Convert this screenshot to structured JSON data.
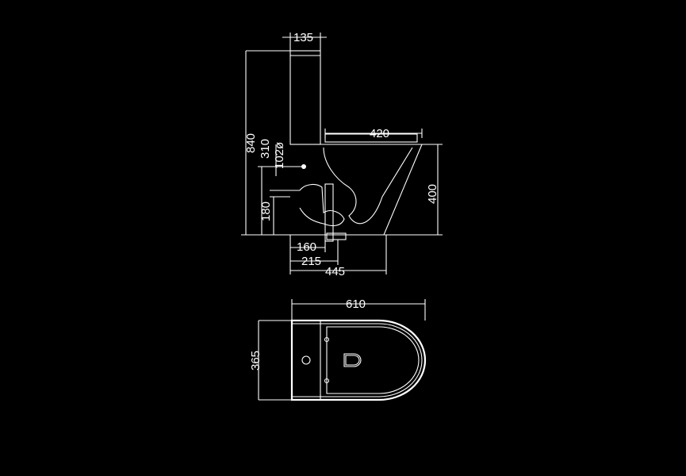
{
  "drawing": {
    "colors": {
      "background": "#000000",
      "line": "#ffffff"
    },
    "side_view": {
      "dimensions": {
        "tank_width": "135",
        "seat_length": "420",
        "total_height": "840",
        "outlet_height": "310",
        "inlet_diameter": "102ø",
        "floor_outlet": "180",
        "bowl_height": "400",
        "outlet_offset_160": "160",
        "outlet_offset_215": "215",
        "base_length": "445"
      }
    },
    "top_view": {
      "dimensions": {
        "overall_length": "610",
        "overall_width": "365"
      }
    }
  }
}
